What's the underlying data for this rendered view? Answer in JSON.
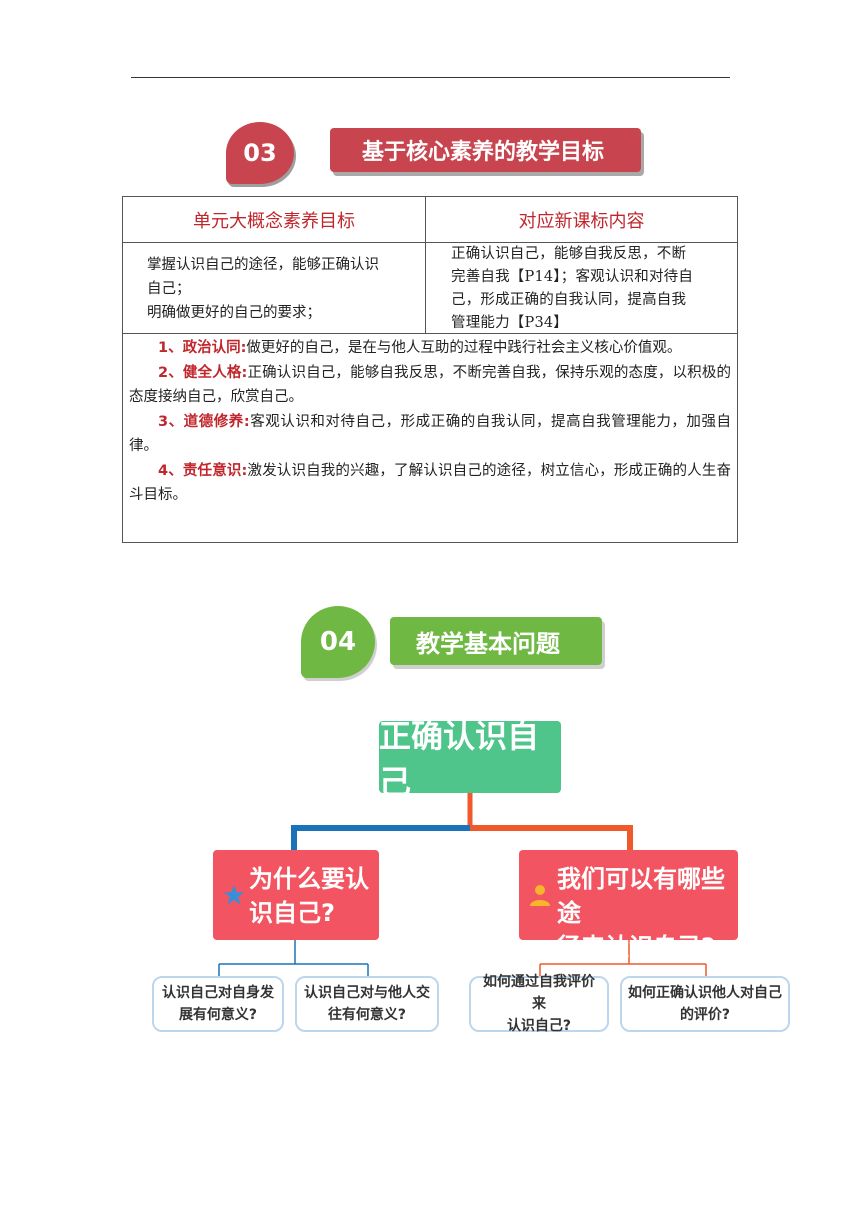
{
  "section3": {
    "number": "03",
    "title": "基于核心素养的教学目标"
  },
  "table": {
    "header_left": "单元大概念素养目标",
    "header_right": "对应新课标内容",
    "left_lines": [
      "掌握认识自己的途径，能够正确认识",
      "自己；",
      "明确做更好的自己的要求；"
    ],
    "right_lines": [
      "正确认识自己，能够自我反思，不断",
      "完善自我【P14】；客观认识和对待自",
      "己，形成正确的自我认同，提高自我",
      "管理能力【P34】"
    ],
    "goals": [
      {
        "label": "1、政治认同:",
        "text": "做更好的自己，是在与他人互助的过程中践行社会主义核心价值观。"
      },
      {
        "label": "2、健全人格:",
        "text": "正确认识自己，能够自我反思，不断完善自我，保持乐观的态度，以积极的态度接纳自己，欣赏自己。"
      },
      {
        "label": "3、道德修养:",
        "text": "客观认识和对待自己，形成正确的自我认同，提高自我管理能力，加强自律。"
      },
      {
        "label": "4、责任意识:",
        "text": "激发认识自我的兴趣，了解认识自己的途径，树立信心，形成正确的人生奋斗目标。"
      }
    ]
  },
  "section4": {
    "number": "04",
    "title": "教学基本问题"
  },
  "mindmap": {
    "root": "正确认识自己",
    "left_question": [
      "为什么要认",
      "识自己?"
    ],
    "right_question": [
      "我们可以有哪些途",
      "径来认识自己?"
    ],
    "leaves": [
      [
        "认识自己对自身发",
        "展有何意义?"
      ],
      [
        "认识自己对与他人交",
        "往有何意义?"
      ],
      [
        "如何通过自我评价来",
        "认识自己?"
      ],
      [
        "如何正确认识他人对自己",
        "的评价?"
      ]
    ],
    "left_icon": "star-icon",
    "right_icon": "person-icon"
  },
  "colors": {
    "section3_red": "#c8454f",
    "section4_green": "#6fb843",
    "root_green": "#4fc58c",
    "question_red": "#f25561",
    "left_branch_blue": "#1a73b8",
    "right_branch_orange": "#f0592b",
    "star_blue": "#3a8ed8",
    "person_yellow": "#f7b52c"
  }
}
